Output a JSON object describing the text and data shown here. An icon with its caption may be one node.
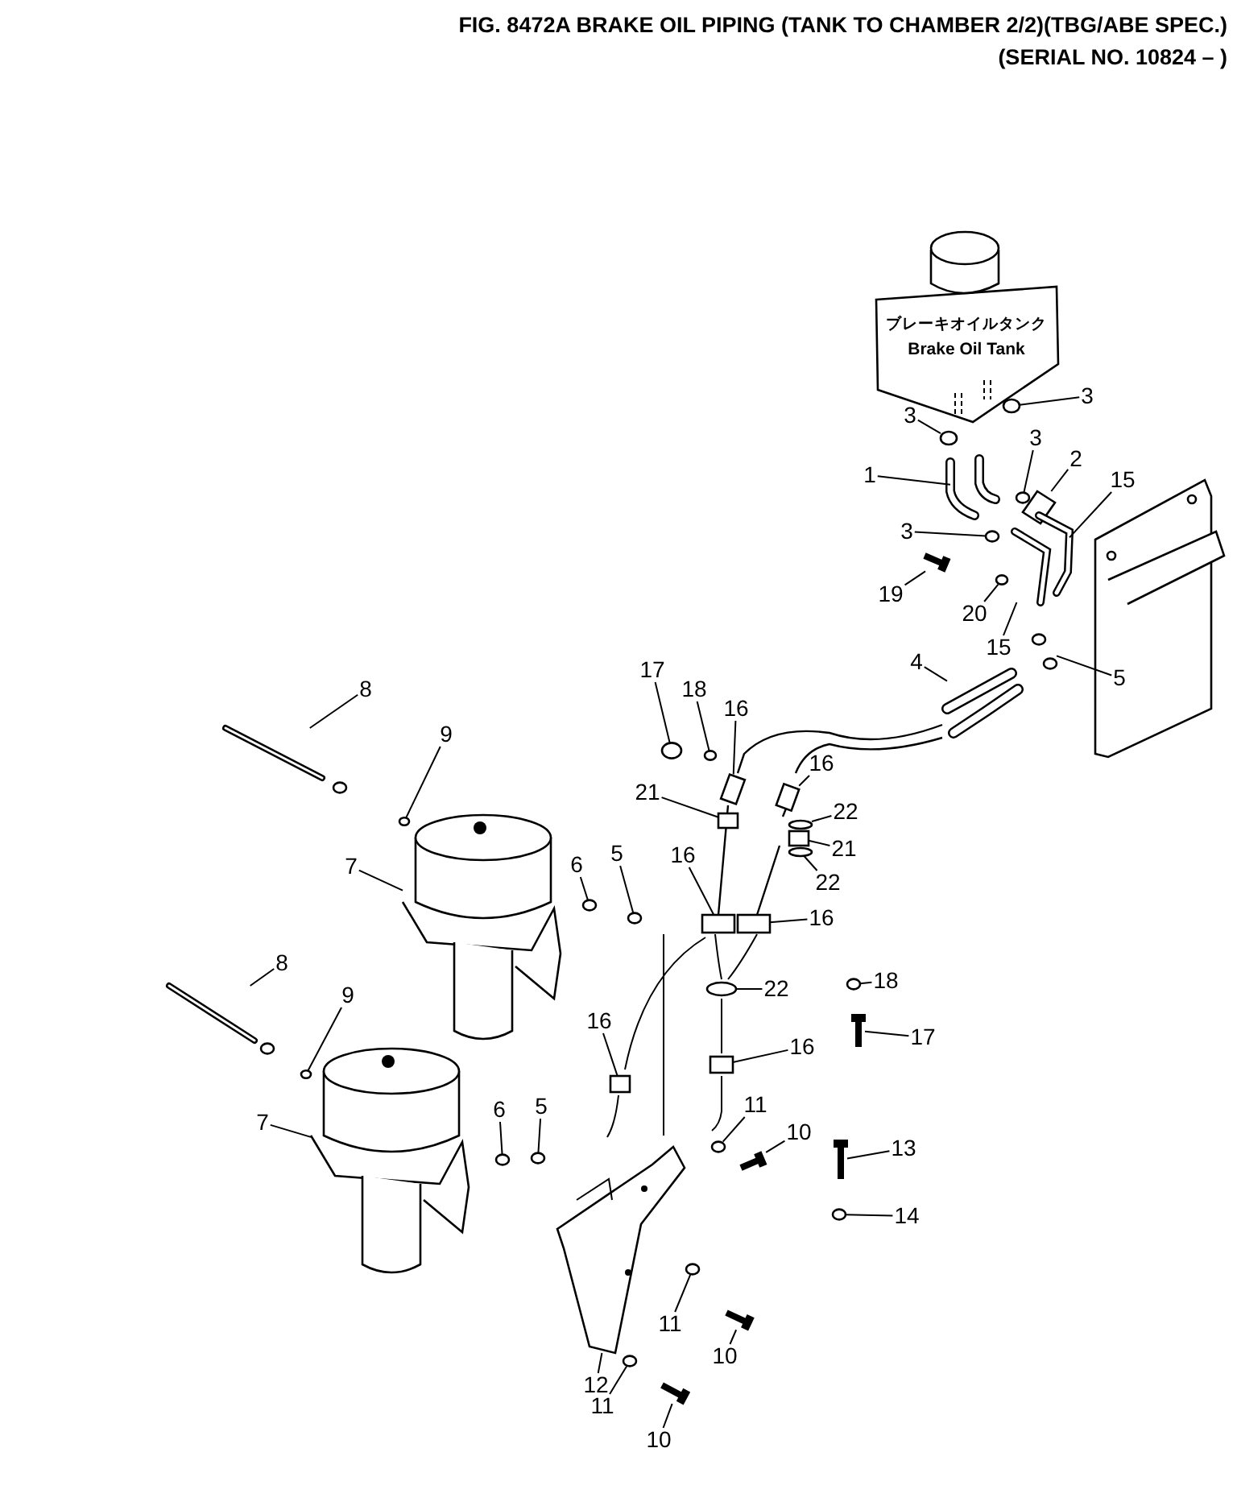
{
  "diagram": {
    "title": "FIG. 8472A  BRAKE OIL PIPING (TANK TO CHAMBER 2/2)(TBG/ABE SPEC.)",
    "nodes": [
      {
        "text": [
          "3"
        ]
      },
      {
        "text": [
          "3"
        ]
      },
      {
        "text": [
          "3"
        ]
      },
      {
        "text": [
          "2"
        ]
      },
      {
        "text": [
          "1"
        ]
      },
      {
        "text": [
          "15"
        ]
      },
      {
        "text": [
          "3"
        ]
      },
      {
        "text": [
          "19"
        ]
      },
      {
        "text": [
          "20"
        ]
      },
      {
        "text": [
          "15"
        ]
      },
      {
        "text": [
          "4"
        ]
      },
      {
        "text": [
          "17"
        ]
      },
      {
        "text": [
          "5"
        ]
      },
      {
        "text": [
          "18"
        ]
      },
      {
        "text": [
          "8"
        ]
      },
      {
        "text": [
          "16"
        ]
      },
      {
        "text": [
          "9"
        ]
      },
      {
        "text": [
          "16"
        ]
      },
      {
        "text": [
          "21"
        ]
      },
      {
        "text": [
          "22"
        ]
      },
      {
        "text": [
          "21"
        ]
      },
      {
        "text": [
          "5"
        ]
      },
      {
        "text": [
          "16"
        ]
      },
      {
        "text": [
          "6"
        ]
      },
      {
        "text": [
          "7"
        ]
      },
      {
        "text": [
          "22"
        ]
      },
      {
        "text": [
          "16"
        ]
      },
      {
        "text": [
          "8"
        ]
      },
      {
        "text": [
          "18"
        ]
      },
      {
        "text": [
          "22"
        ]
      },
      {
        "text": [
          "9"
        ]
      },
      {
        "text": [
          "16"
        ]
      },
      {
        "text": [
          "17"
        ]
      },
      {
        "text": [
          "16"
        ]
      },
      {
        "text": [
          "11"
        ]
      },
      {
        "text": [
          "5"
        ]
      },
      {
        "text": [
          "6"
        ]
      },
      {
        "text": [
          "7"
        ]
      },
      {
        "text": [
          "10"
        ]
      },
      {
        "text": [
          "13"
        ]
      },
      {
        "text": [
          "14"
        ]
      },
      {
        "text": [
          "11"
        ]
      },
      {
        "text": [
          "10"
        ]
      },
      {
        "text": [
          "12"
        ]
      },
      {
        "text": [
          "11"
        ]
      },
      {
        "text": [
          "10"
        ]
      },
      {
        "text": [],
        "shape": "circle"
      },
      {
        "text": [],
        "shape": "circle"
      },
      {
        "text": [],
        "shape": "circle"
      },
      {
        "text": [],
        "shape": "picture"
      },
      {
        "text": [],
        "shape": "picture"
      },
      {
        "text": [],
        "shape": "picture"
      },
      {
        "text": [],
        "shape": "circle"
      },
      {
        "text": [],
        "shape": "picture"
      },
      {
        "text": [],
        "shape": "circle"
      },
      {
        "text": [],
        "shape": "picture"
      },
      {
        "text": [],
        "shape": "picture"
      },
      {
        "text": [],
        "shape": "circle"
      },
      {
        "text": [],
        "shape": "picture"
      },
      {
        "text": [],
        "shape": "circle"
      },
      {
        "text": [],
        "shape": "picture"
      },
      {
        "text": [],
        "shape": "box"
      },
      {
        "text": [],
        "shape": "circle"
      },
      {
        "text": [],
        "shape": "box"
      },
      {
        "text": [],
        "shape": "box"
      },
      {
        "text": [],
        "shape": "circle"
      },
      {
        "text": [],
        "shape": "box"
      },
      {
        "text": [],
        "shape": "circle"
      },
      {
        "text": [],
        "shape": "box"
      },
      {
        "text": [],
        "shape": "circle"
      },
      {
        "text": [],
        "shape": "picture"
      },
      {
        "text": [],
        "shape": "circle"
      },
      {
        "text": [],
        "shape": "box"
      },
      {
        "text": [],
        "shape": "picture"
      },
      {
        "text": [],
        "shape": "circle"
      },
      {
        "text": [],
        "shape": "circle"
      },
      {
        "text": [],
        "shape": "circle"
      },
      {
        "text": [],
        "shape": "box"
      },
      {
        "text": [],
        "shape": "picture"
      },
      {
        "text": [],
        "shape": "box"
      },
      {
        "text": [],
        "shape": "circle"
      },
      {
        "text": [],
        "shape": "circle"
      },
      {
        "text": [],
        "shape": "circle"
      },
      {
        "text": [],
        "shape": "picture"
      },
      {
        "text": [],
        "shape": "picture"
      },
      {
        "text": [],
        "shape": "picture"
      },
      {
        "text": [],
        "shape": "circle"
      },
      {
        "text": [],
        "shape": "circle"
      },
      {
        "text": [],
        "shape": "picture"
      },
      {
        "text": [],
        "shape": "picture"
      },
      {
        "text": [],
        "shape": "circle"
      },
      {
        "text": [],
        "shape": "picture"
      }
    ],
    "edges": [
      {
        "from": 0,
        "to": 46,
        "arrow": "none"
      },
      {
        "from": 1,
        "to": 47,
        "arrow": "none"
      },
      {
        "from": 2,
        "to": 48,
        "arrow": "none"
      },
      {
        "from": 3,
        "to": 49,
        "arrow": "none"
      },
      {
        "from": 4,
        "to": 50,
        "arrow": "none"
      },
      {
        "from": 5,
        "to": 51,
        "arrow": "none"
      },
      {
        "from": 6,
        "to": 52,
        "arrow": "none"
      },
      {
        "from": 7,
        "to": 53,
        "arrow": "none"
      },
      {
        "from": 8,
        "to": 54,
        "arrow": "none"
      },
      {
        "from": 9,
        "to": 55,
        "arrow": "none"
      },
      {
        "from": 10,
        "to": 56,
        "arrow": "none"
      },
      {
        "from": 11,
        "to": 57,
        "arrow": "none"
      },
      {
        "from": 12,
        "to": 58,
        "arrow": "none"
      },
      {
        "from": 13,
        "to": 59,
        "arrow": "none"
      },
      {
        "from": 14,
        "to": 60,
        "arrow": "none"
      },
      {
        "from": 15,
        "to": 61,
        "arrow": "none"
      },
      {
        "from": 16,
        "to": 62,
        "arrow": "none"
      },
      {
        "from": 17,
        "to": 63,
        "arrow": "none"
      },
      {
        "from": 18,
        "to": 64,
        "arrow": "none"
      },
      {
        "from": 19,
        "to": 65,
        "arrow": "none"
      },
      {
        "from": 20,
        "to": 66,
        "arrow": "none"
      },
      {
        "from": 21,
        "to": 67,
        "arrow": "none"
      },
      {
        "from": 22,
        "to": 68,
        "arrow": "none"
      },
      {
        "from": 23,
        "to": 69,
        "arrow": "none"
      },
      {
        "from": 24,
        "to": 70,
        "arrow": "none"
      },
      {
        "from": 25,
        "to": 71,
        "arrow": "none"
      },
      {
        "from": 26,
        "to": 72,
        "arrow": "none"
      },
      {
        "from": 27,
        "to": 73,
        "arrow": "none"
      },
      {
        "from": 28,
        "to": 74,
        "arrow": "none"
      },
      {
        "from": 29,
        "to": 75,
        "arrow": "none"
      },
      {
        "from": 30,
        "to": 76,
        "arrow": "none"
      },
      {
        "from": 31,
        "to": 77,
        "arrow": "none"
      },
      {
        "from": 32,
        "to": 78,
        "arrow": "none"
      },
      {
        "from": 33,
        "to": 79,
        "arrow": "none"
      },
      {
        "from": 34,
        "to": 80,
        "arrow": "none"
      },
      {
        "from": 35,
        "to": 81,
        "arrow": "none"
      },
      {
        "from": 36,
        "to": 82,
        "arrow": "none"
      },
      {
        "from": 37,
        "to": 83,
        "arrow": "none"
      },
      {
        "from": 38,
        "to": 84,
        "arrow": "none"
      },
      {
        "from": 39,
        "to": 85,
        "arrow": "none"
      },
      {
        "from": 40,
        "to": 86,
        "arrow": "none"
      },
      {
        "from": 41,
        "to": 87,
        "arrow": "none"
      },
      {
        "from": 42,
        "to": 88,
        "arrow": "none"
      },
      {
        "from": 43,
        "to": 89,
        "arrow": "none"
      },
      {
        "from": 44,
        "to": 90,
        "arrow": "none"
      },
      {
        "from": 45,
        "to": 91,
        "arrow": "none"
      }
    ],
    "labels": [
      "(SERIAL NO. 10824 – )",
      "ブレーキオイルタンク",
      "Brake Oil Tank"
    ]
  }
}
